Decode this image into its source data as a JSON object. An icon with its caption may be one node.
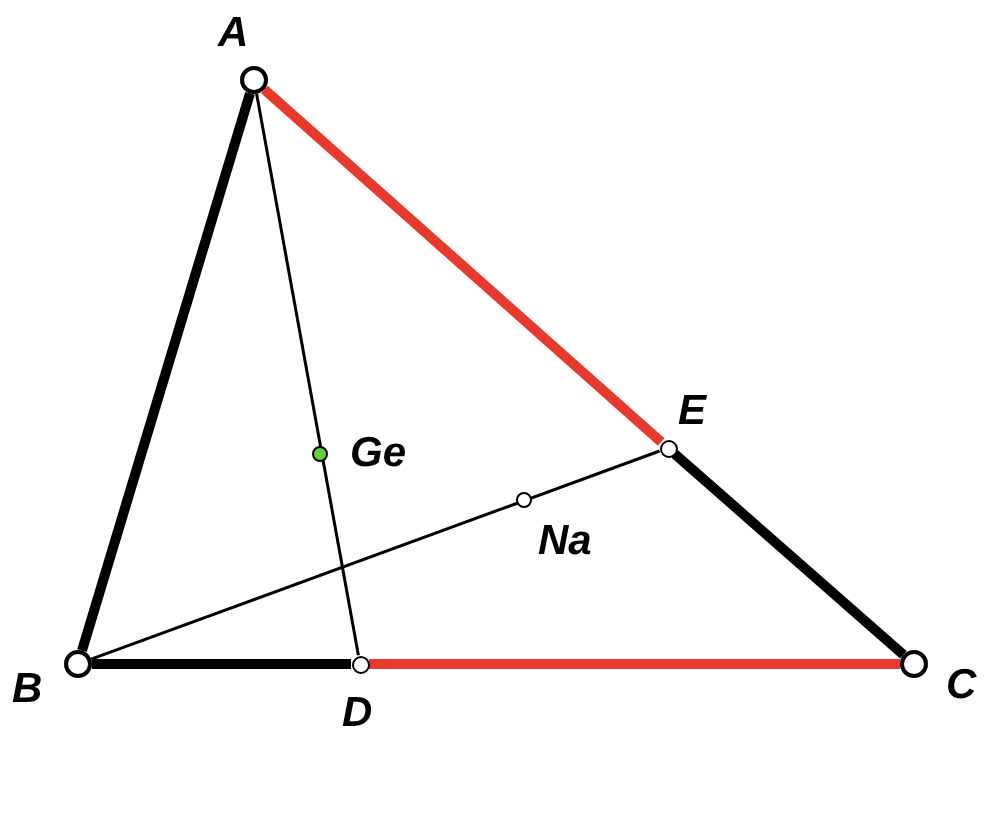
{
  "diagram": {
    "nodes": [
      {
        "text": [
          "A"
        ]
      },
      {
        "text": [
          "B"
        ]
      },
      {
        "text": [
          "C"
        ]
      },
      {
        "text": [
          "D"
        ]
      },
      {
        "text": [
          "E"
        ]
      },
      {
        "text": [
          "Ge"
        ]
      },
      {
        "text": [
          "Na"
        ]
      }
    ],
    "edges": [
      {
        "from": 0,
        "to": 1,
        "arrow": "none"
      },
      {
        "from": 0,
        "to": 4,
        "arrow": "none",
        "color": "#e8392c"
      },
      {
        "from": 4,
        "to": 2,
        "arrow": "none"
      },
      {
        "from": 1,
        "to": 3,
        "arrow": "none"
      },
      {
        "from": 3,
        "to": 2,
        "arrow": "none",
        "color": "#e8392c"
      },
      {
        "from": 0,
        "to": 3,
        "arrow": "none"
      },
      {
        "from": 1,
        "to": 4,
        "arrow": "none"
      }
    ]
  }
}
